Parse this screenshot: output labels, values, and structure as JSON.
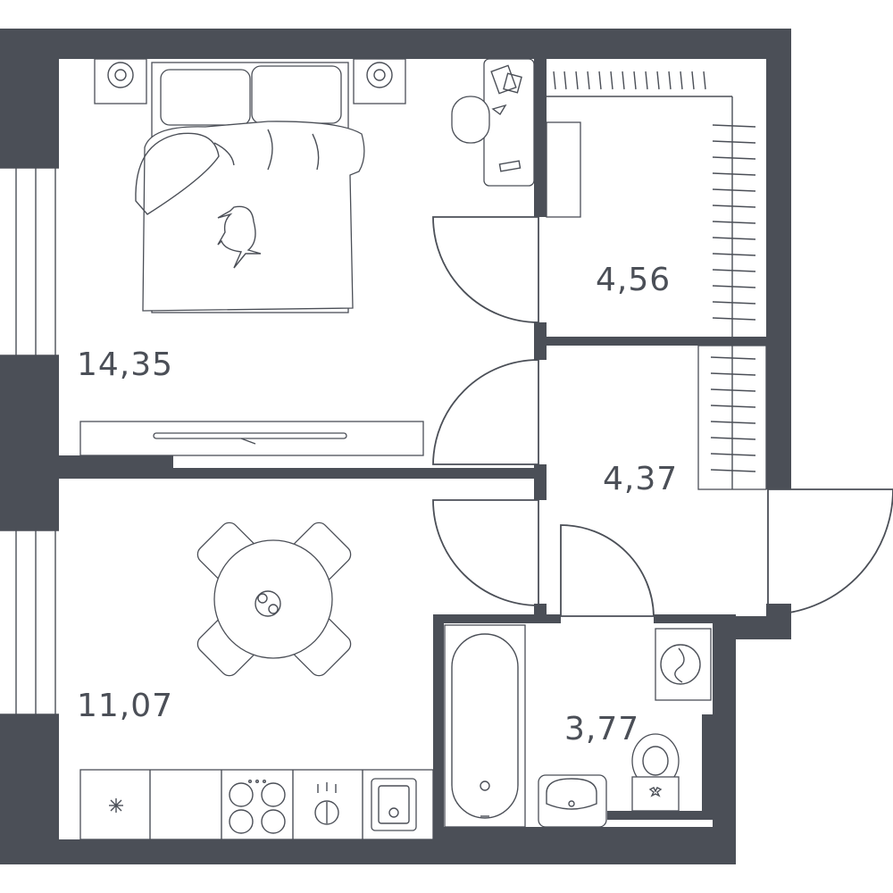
{
  "plan": {
    "colors": {
      "wall": "#4b4f57",
      "background": "#ffffff"
    },
    "rooms": [
      {
        "id": "bedroom",
        "area": "14,35"
      },
      {
        "id": "wardrobe",
        "area": "4,56"
      },
      {
        "id": "hallway",
        "area": "4,37"
      },
      {
        "id": "kitchen-living",
        "area": "11,07"
      },
      {
        "id": "bathroom",
        "area": "3,77"
      }
    ]
  }
}
